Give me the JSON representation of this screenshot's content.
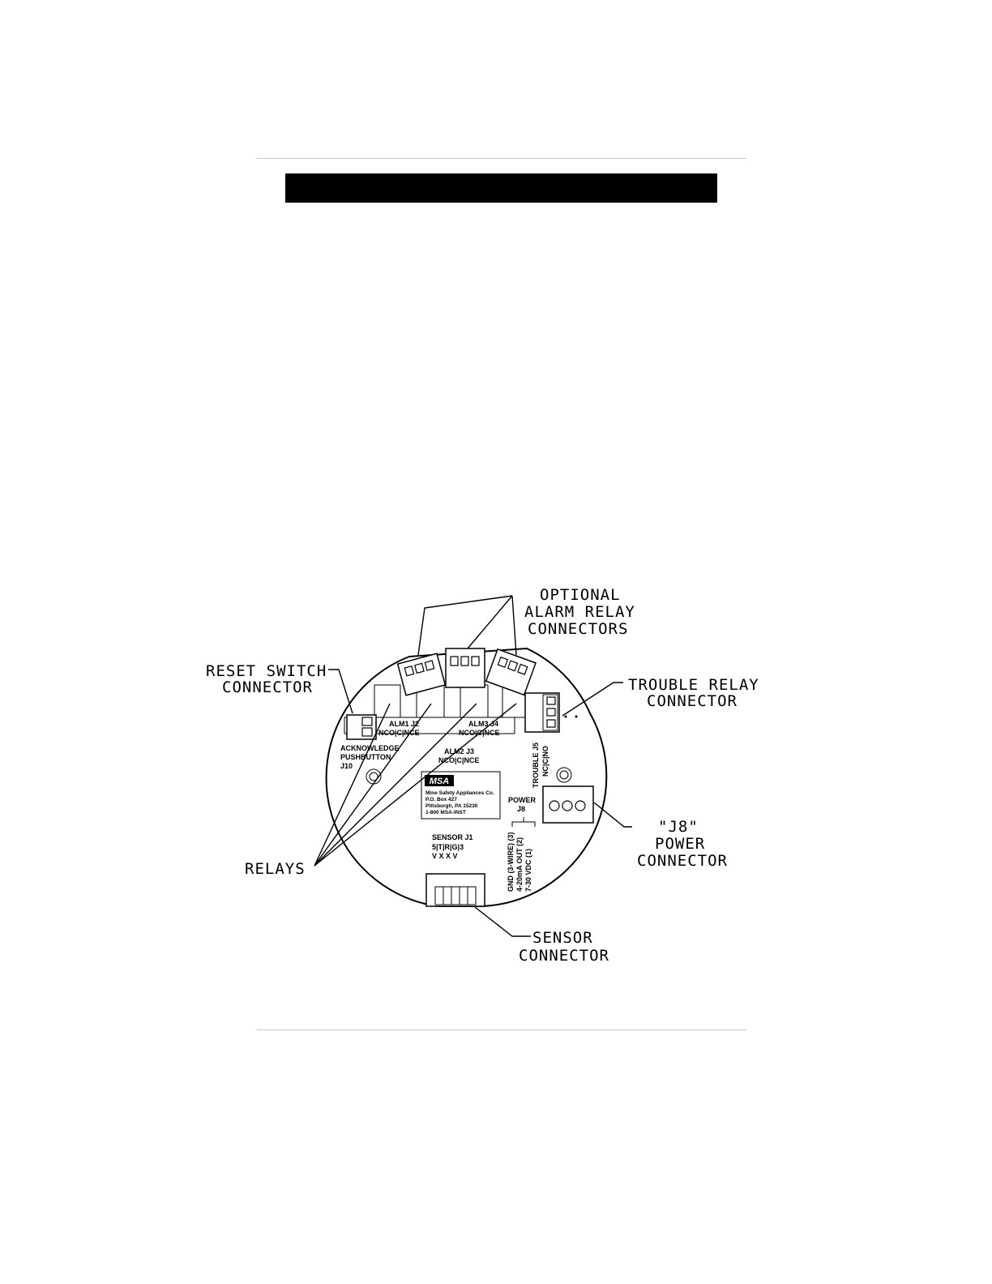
{
  "callouts": {
    "optional_alarm": [
      "OPTIONAL",
      "ALARM RELAY",
      "CONNECTORS"
    ],
    "reset_switch": [
      "RESET SWITCH",
      "CONNECTOR"
    ],
    "trouble_relay": [
      "TROUBLE RELAY",
      "CONNECTOR"
    ],
    "j8_power": [
      "\"J8\"",
      "POWER",
      "CONNECTOR"
    ],
    "relays": "RELAYS",
    "sensor": [
      "SENSOR",
      "CONNECTOR"
    ]
  },
  "board": {
    "alm1": "ALM1 J2",
    "alm1_pins": "NCO|C|NCE",
    "alm3": "ALM3 J4",
    "alm3_pins": "NCO|C|NCE",
    "alm2": "ALM2 J3",
    "alm2_pins": "NCO|C|NCE",
    "acknowledge": [
      "ACKNOWLEDGE",
      "PUSHBUTTON",
      "J10"
    ],
    "msa_logo": "MSA",
    "msa_address": [
      "Mine Safety Appliances Co.",
      "P.O. Box 427",
      "Pittsburgh, PA 15230",
      "1-800 MSA-INST"
    ],
    "power": [
      "POWER",
      "J8"
    ],
    "sensor_header": "SENSOR J1",
    "sensor_pins_top": "5|T|R|G|3",
    "sensor_pins_bottom": "V X X   V",
    "trouble": [
      "TROUBLE J5",
      "NC|C|NO"
    ],
    "power_pins": [
      "GND (3-WIRE) (3)",
      "4-20mA OUT (2)",
      "7-30 VDC (1)"
    ]
  }
}
